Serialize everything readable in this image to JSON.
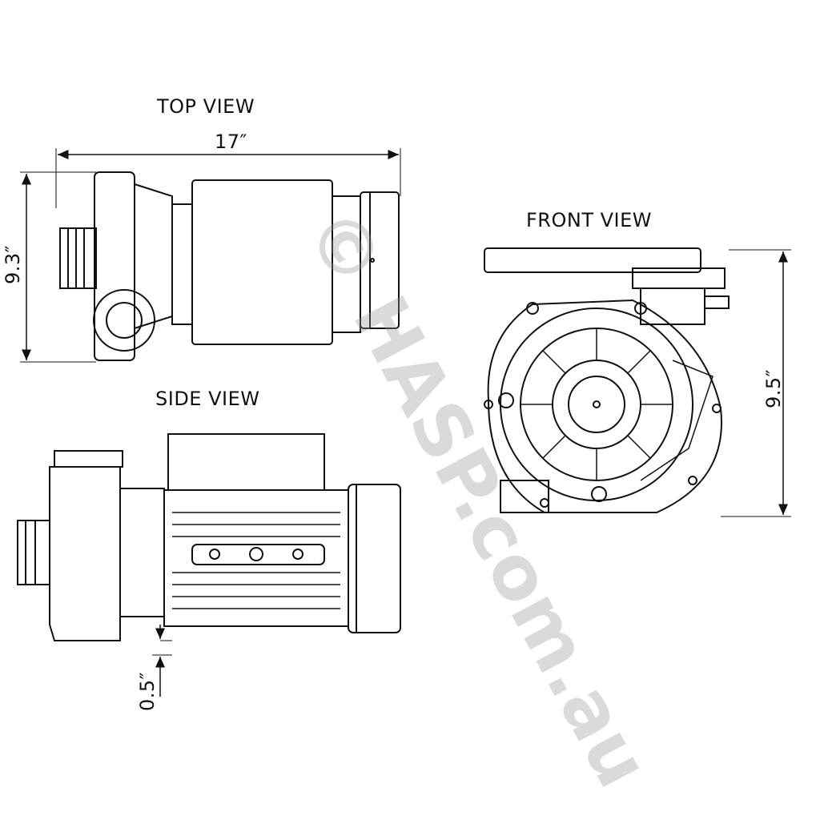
{
  "views": {
    "top": {
      "title": "TOP VIEW",
      "width_dim": "17″",
      "height_dim": "9.3″"
    },
    "side": {
      "title": "SIDE VIEW",
      "offset_dim": "0.5″"
    },
    "front": {
      "title": "FRONT VIEW",
      "height_dim": "9.5″"
    }
  },
  "watermark": "© HASP.com.au",
  "colors": {
    "line": "#111111",
    "watermark": "#999999"
  }
}
